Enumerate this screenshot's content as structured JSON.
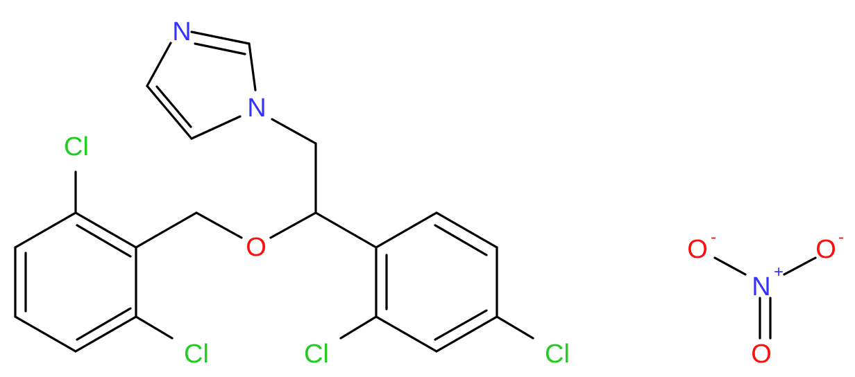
{
  "colors": {
    "N": "#3333FF",
    "O": "#FF0D0D",
    "Cl": "#1FCC1F",
    "bond": "#000000"
  },
  "atoms": {
    "n_imid_top": "N",
    "n_imid_ring": "N",
    "o_ether": "O",
    "cl_benzyl_top": "Cl",
    "cl_benzyl_bottom": "Cl",
    "cl_aryl_ortho": "Cl",
    "cl_aryl_para": "Cl",
    "n_nitrate": "N",
    "o_nitrate_left": "O",
    "o_nitrate_right": "O",
    "o_nitrate_bottom": "O"
  },
  "charges": {
    "n_nitrate": "+",
    "o_nitrate_left": "-",
    "o_nitrate_right": "-"
  }
}
